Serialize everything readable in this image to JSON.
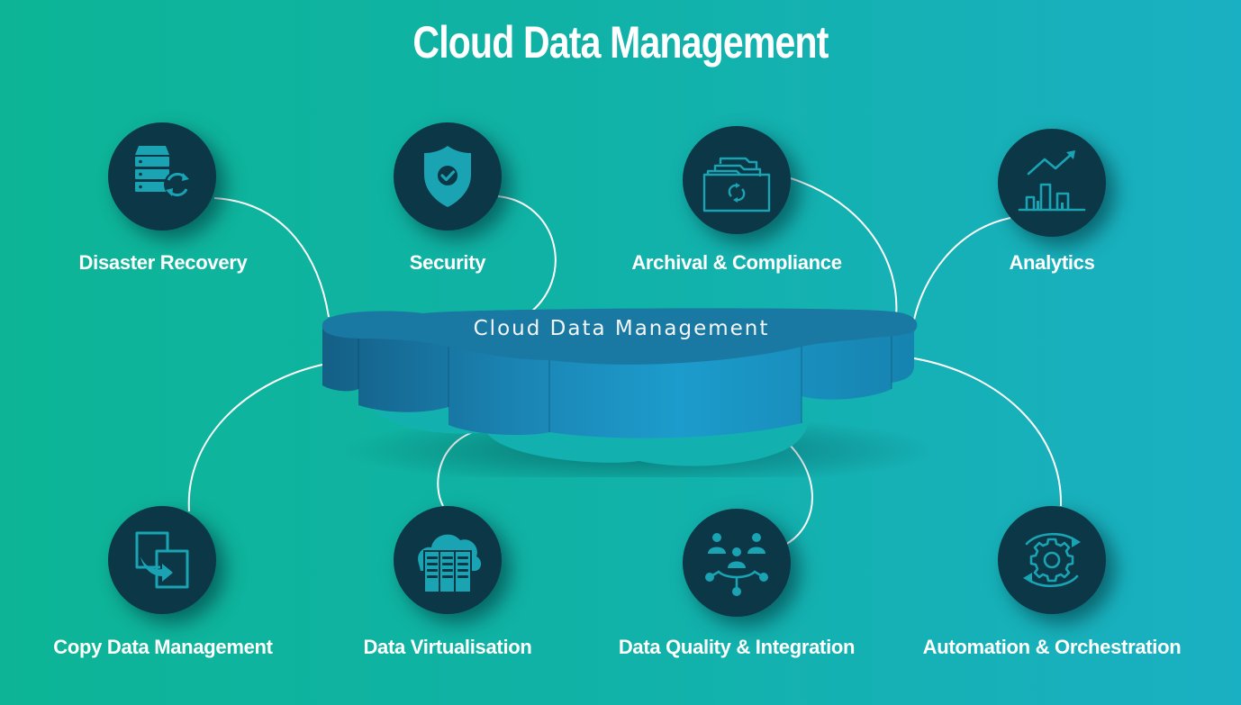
{
  "title": "Cloud Data Management",
  "center": {
    "label": "Cloud Data Management"
  },
  "colors": {
    "background_left": "#0db596",
    "background_right": "#1ab0c3",
    "node_circle": "#0b3747",
    "icon": "#1aa3b3",
    "cloud_top": "#1a7ca6",
    "cloud_side": "#1b93c4",
    "cloud_base": "#12aab2",
    "connector": "#ffffff"
  },
  "nodes": [
    {
      "label": "Disaster Recovery",
      "icon": "server-sync-icon"
    },
    {
      "label": "Security",
      "icon": "shield-check-icon"
    },
    {
      "label": "Archival & Compliance",
      "icon": "file-drawer-sync-icon"
    },
    {
      "label": "Analytics",
      "icon": "bar-chart-trend-icon"
    },
    {
      "label": "Copy Data Management",
      "icon": "copy-transfer-icon"
    },
    {
      "label": "Data Virtualisation",
      "icon": "cloud-servers-icon"
    },
    {
      "label": "Data Quality & Integration",
      "icon": "people-network-icon"
    },
    {
      "label": "Automation & Orchestration",
      "icon": "gear-cycle-icon"
    }
  ]
}
